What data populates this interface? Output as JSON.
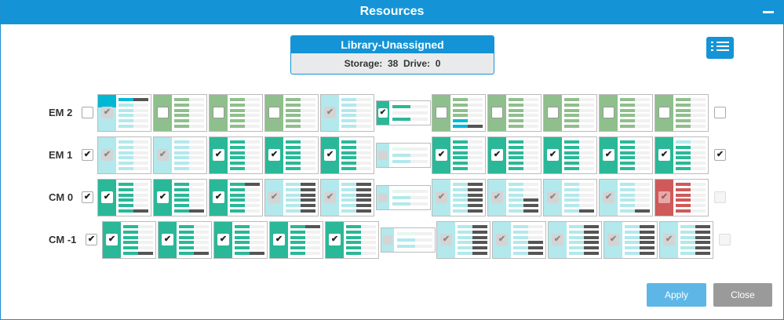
{
  "window": {
    "title": "Resources"
  },
  "library": {
    "name": "Library-Unassigned",
    "storage_label": "Storage:",
    "storage_value": "38",
    "drive_label": "Drive:",
    "drive_value": "0"
  },
  "buttons": {
    "apply": "Apply",
    "close": "Close"
  },
  "colors": {
    "teal": "#2ab898",
    "light_teal": "#b3e8ec",
    "green": "#8fbf8c",
    "cyan": "#00b8d4",
    "red": "#cf5a5a",
    "dark": "#555555",
    "header": "#1494d6"
  },
  "rows": [
    {
      "label": "EM 2",
      "left_checked": false,
      "right_checked": false,
      "right_dim": false,
      "modules": [
        "cyanfirst",
        "green",
        "green",
        "green",
        "lt_checked",
        "mini_teal",
        "green_cyan",
        "green",
        "green",
        "green",
        "green"
      ]
    },
    {
      "label": "EM 1",
      "left_checked": true,
      "right_checked": true,
      "right_dim": false,
      "modules": [
        "lt_ghost",
        "lt_ghost",
        "teal",
        "teal",
        "teal",
        "mini_lt",
        "teal",
        "teal",
        "teal",
        "teal",
        "teal_last"
      ]
    },
    {
      "label": "CM 0",
      "left_checked": true,
      "right_checked": false,
      "right_dim": true,
      "modules": [
        "teal_a",
        "teal_a",
        "teal_b",
        "lt_c",
        "lt_c",
        "mini_lt",
        "lt_c",
        "lt_d",
        "lt_e",
        "lt_e",
        "red"
      ]
    },
    {
      "label": "CM -1",
      "left_checked": true,
      "right_checked": false,
      "right_dim": true,
      "modules": [
        "teal_a",
        "teal_a",
        "teal_a",
        "teal_b",
        "teal",
        "mini_lt",
        "lt_c",
        "lt_d",
        "lt_c",
        "lt_c",
        "lt_c"
      ]
    }
  ]
}
